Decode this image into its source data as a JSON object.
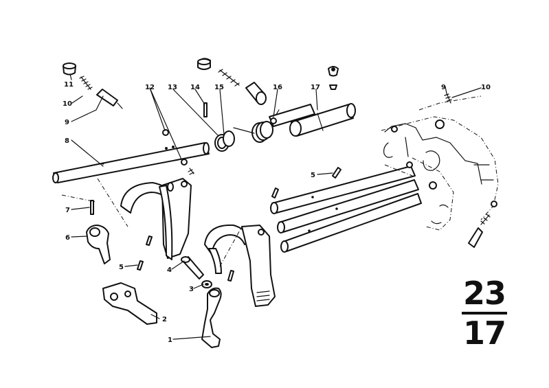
{
  "diagram": {
    "callouts": [
      {
        "id": "c11a",
        "text": "11"
      },
      {
        "id": "c10a",
        "text": "10"
      },
      {
        "id": "c9a",
        "text": "9"
      },
      {
        "id": "c8",
        "text": "8"
      },
      {
        "id": "c12",
        "text": "12"
      },
      {
        "id": "c13",
        "text": "13"
      },
      {
        "id": "c14",
        "text": "14"
      },
      {
        "id": "c15",
        "text": "15"
      },
      {
        "id": "c16",
        "text": "16"
      },
      {
        "id": "c17",
        "text": "17"
      },
      {
        "id": "c9b",
        "text": "9"
      },
      {
        "id": "c10b",
        "text": "10"
      },
      {
        "id": "c5a",
        "text": "5"
      },
      {
        "id": "c7",
        "text": "7"
      },
      {
        "id": "c6",
        "text": "6"
      },
      {
        "id": "c5b",
        "text": "5"
      },
      {
        "id": "c4",
        "text": "4"
      },
      {
        "id": "c3",
        "text": "3"
      },
      {
        "id": "c2",
        "text": "2"
      },
      {
        "id": "c1",
        "text": "1"
      }
    ],
    "page_ref": {
      "top": "23",
      "bottom": "17"
    }
  }
}
